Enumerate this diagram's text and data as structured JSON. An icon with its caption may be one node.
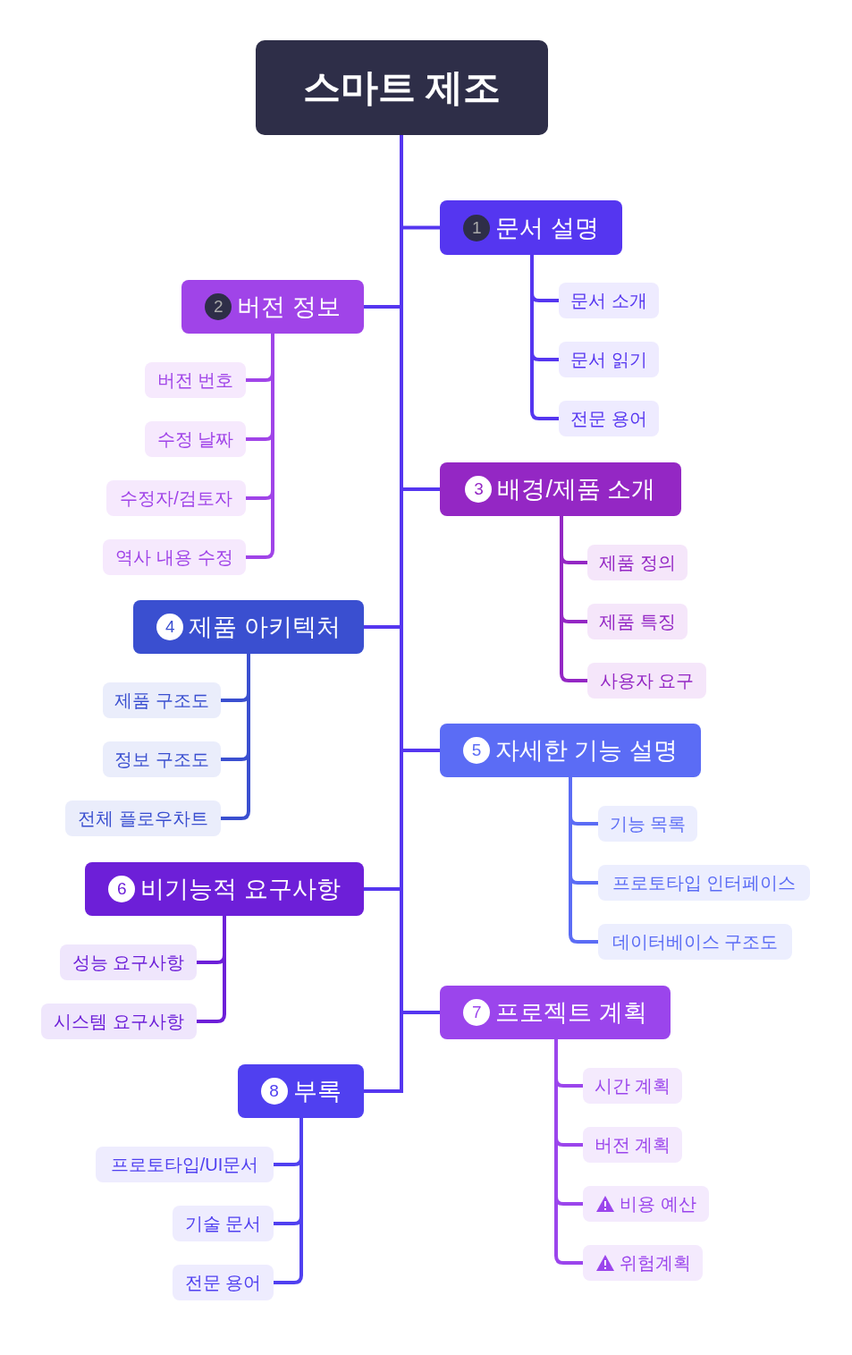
{
  "diagram": {
    "nodes": [
      {
        "text": [
          "스마트 제조"
        ]
      },
      {
        "text": [
          "1",
          "문서 설명"
        ]
      },
      {
        "text": [
          "문서 소개"
        ]
      },
      {
        "text": [
          "문서 읽기"
        ]
      },
      {
        "text": [
          "전문 용어"
        ]
      },
      {
        "text": [
          "2",
          "버전 정보"
        ]
      },
      {
        "text": [
          "버전 번호"
        ]
      },
      {
        "text": [
          "수정 날짜"
        ]
      },
      {
        "text": [
          "수정자/검토자"
        ]
      },
      {
        "text": [
          "역사 내용 수정"
        ]
      },
      {
        "text": [
          "3",
          "배경/제품 소개"
        ]
      },
      {
        "text": [
          "제품 정의"
        ]
      },
      {
        "text": [
          "제품 특징"
        ]
      },
      {
        "text": [
          "사용자 요구"
        ]
      },
      {
        "text": [
          "4",
          "제품 아키텍처"
        ]
      },
      {
        "text": [
          "제품 구조도"
        ]
      },
      {
        "text": [
          "정보 구조도"
        ]
      },
      {
        "text": [
          "전체 플로우차트"
        ]
      },
      {
        "text": [
          "5",
          "자세한 기능 설명"
        ]
      },
      {
        "text": [
          "기능 목록"
        ]
      },
      {
        "text": [
          "프로토타입 인터페이스"
        ]
      },
      {
        "text": [
          "데이터베이스 구조도"
        ]
      },
      {
        "text": [
          "6",
          "비기능적 요구사항"
        ]
      },
      {
        "text": [
          "성능 요구사항"
        ]
      },
      {
        "text": [
          "시스템 요구사항"
        ]
      },
      {
        "text": [
          "7",
          "프로젝트 계획"
        ]
      },
      {
        "text": [
          "시간 계획"
        ]
      },
      {
        "text": [
          "버전 계획"
        ]
      },
      {
        "text": [
          "비용 예산"
        ]
      },
      {
        "text": [
          "위험계획"
        ]
      },
      {
        "text": [
          "8",
          "부록"
        ]
      },
      {
        "text": [
          "프로토타입/UI문서"
        ]
      },
      {
        "text": [
          "기술 문서"
        ]
      },
      {
        "text": [
          "전문 용어"
        ]
      }
    ],
    "edges": [
      {
        "from": 0,
        "to": 1,
        "arrow": "none",
        "color": "#5536f0"
      },
      {
        "from": 1,
        "to": 2,
        "arrow": "none",
        "color": "#5536f0"
      },
      {
        "from": 1,
        "to": 3,
        "arrow": "none",
        "color": "#5536f0"
      },
      {
        "from": 1,
        "to": 4,
        "arrow": "none",
        "color": "#5536f0"
      },
      {
        "from": 0,
        "to": 5,
        "arrow": "none",
        "color": "#5536f0"
      },
      {
        "from": 5,
        "to": 6,
        "arrow": "none",
        "color": "#a044e8"
      },
      {
        "from": 5,
        "to": 7,
        "arrow": "none",
        "color": "#a044e8"
      },
      {
        "from": 5,
        "to": 8,
        "arrow": "none",
        "color": "#a044e8"
      },
      {
        "from": 5,
        "to": 9,
        "arrow": "none",
        "color": "#a044e8"
      },
      {
        "from": 0,
        "to": 10,
        "arrow": "none",
        "color": "#5536f0"
      },
      {
        "from": 10,
        "to": 11,
        "arrow": "none",
        "color": "#9427c4"
      },
      {
        "from": 10,
        "to": 12,
        "arrow": "none",
        "color": "#9427c4"
      },
      {
        "from": 10,
        "to": 13,
        "arrow": "none",
        "color": "#9427c4"
      },
      {
        "from": 0,
        "to": 14,
        "arrow": "none",
        "color": "#5536f0"
      },
      {
        "from": 14,
        "to": 15,
        "arrow": "none",
        "color": "#3a4fd0"
      },
      {
        "from": 14,
        "to": 16,
        "arrow": "none",
        "color": "#3a4fd0"
      },
      {
        "from": 14,
        "to": 17,
        "arrow": "none",
        "color": "#3a4fd0"
      },
      {
        "from": 0,
        "to": 18,
        "arrow": "none",
        "color": "#5536f0"
      },
      {
        "from": 18,
        "to": 19,
        "arrow": "none",
        "color": "#5b6cf5"
      },
      {
        "from": 18,
        "to": 20,
        "arrow": "none",
        "color": "#5b6cf5"
      },
      {
        "from": 18,
        "to": 21,
        "arrow": "none",
        "color": "#5b6cf5"
      },
      {
        "from": 0,
        "to": 22,
        "arrow": "none",
        "color": "#5536f0"
      },
      {
        "from": 22,
        "to": 23,
        "arrow": "none",
        "color": "#6d1fd8"
      },
      {
        "from": 22,
        "to": 24,
        "arrow": "none",
        "color": "#6d1fd8"
      },
      {
        "from": 0,
        "to": 25,
        "arrow": "none",
        "color": "#5536f0"
      },
      {
        "from": 25,
        "to": 26,
        "arrow": "none",
        "color": "#9b45ec"
      },
      {
        "from": 25,
        "to": 27,
        "arrow": "none",
        "color": "#9b45ec"
      },
      {
        "from": 25,
        "to": 28,
        "arrow": "none",
        "color": "#9b45ec"
      },
      {
        "from": 25,
        "to": 29,
        "arrow": "none",
        "color": "#9b45ec"
      },
      {
        "from": 0,
        "to": 30,
        "arrow": "none",
        "color": "#5536f0"
      },
      {
        "from": 30,
        "to": 31,
        "arrow": "none",
        "color": "#5040f0"
      },
      {
        "from": 30,
        "to": 32,
        "arrow": "none",
        "color": "#5040f0"
      },
      {
        "from": 30,
        "to": 33,
        "arrow": "none",
        "color": "#5040f0"
      }
    ]
  }
}
